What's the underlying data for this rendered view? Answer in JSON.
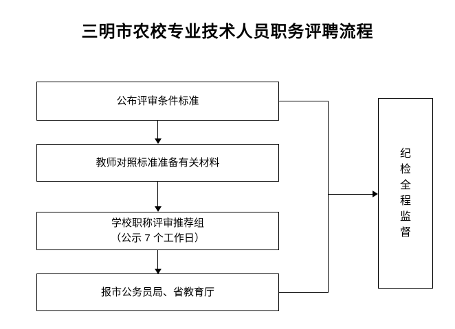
{
  "page": {
    "title": "三明市农校专业技术人员职务评聘流程",
    "background_color": "#ffffff",
    "line_color": "#000000"
  },
  "flow": {
    "steps": [
      {
        "line1": "公布评审条件标准"
      },
      {
        "line1": "教师对照标准准备有关材料"
      },
      {
        "line1": "学校职称评审推荐组",
        "line2": "（公示 7 个工作日）"
      },
      {
        "line1": "报市公务员局、省教育厅"
      }
    ],
    "supervision": {
      "label": "纪检全程监督"
    }
  }
}
